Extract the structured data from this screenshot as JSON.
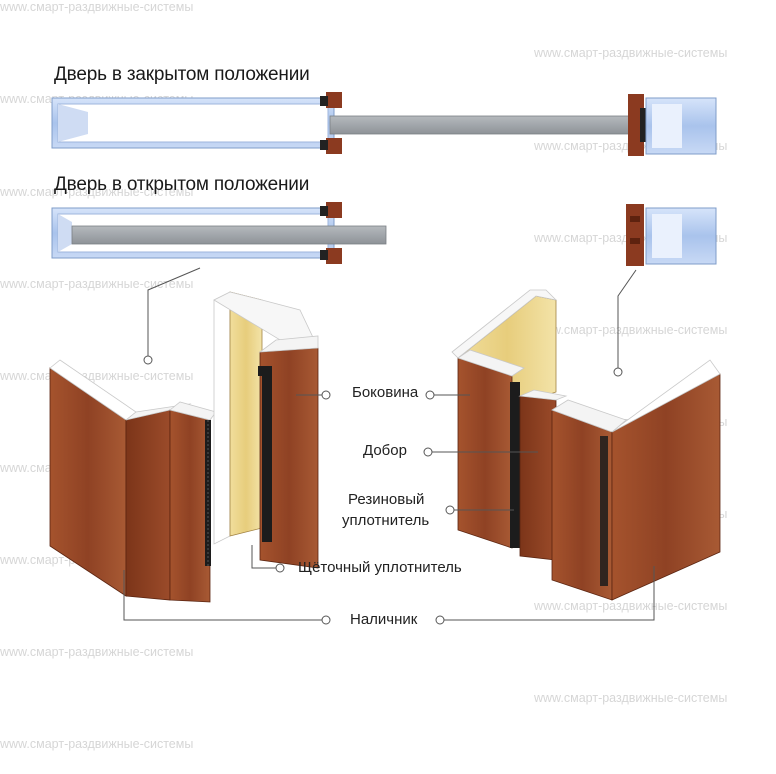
{
  "watermark": "www.смарт-раздвижные-системы",
  "headings": {
    "closed": "Дверь в закрытом положении",
    "open": "Дверь в открытом положении"
  },
  "callouts": {
    "side": "Боковина",
    "extension": "Добор",
    "rubber_seal_line1": "Резиновый",
    "rubber_seal_line2": "уплотнитель",
    "brush_seal": "Щёточный уплотнитель",
    "casing": "Наличник"
  },
  "colors": {
    "wood": "#9a4a2a",
    "wood_dark": "#6e2f18",
    "frame_profile": "#a9c3ec",
    "door_leaf": "#9aa0a6",
    "seal": "#1c1c1c",
    "lead_line": "#555555"
  }
}
